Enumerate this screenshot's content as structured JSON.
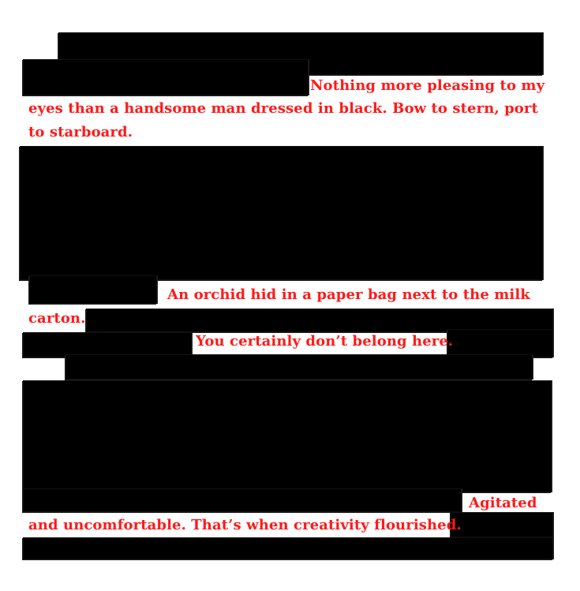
{
  "poem": {
    "lines": [
      "Nothing more pleasing to my",
      "eyes than a handsome man dressed in black.  Bow to stern, port",
      "to starboard.",
      "An orchid hid in a paper bag next to the milk",
      "carton.",
      "You certainly don’t belong here.",
      "Agitated",
      "and uncomfortable.  That’s when creativity flourished."
    ]
  },
  "colors": {
    "text": "#ff1a1a",
    "redaction": "#000000",
    "background": "#ffffff"
  }
}
